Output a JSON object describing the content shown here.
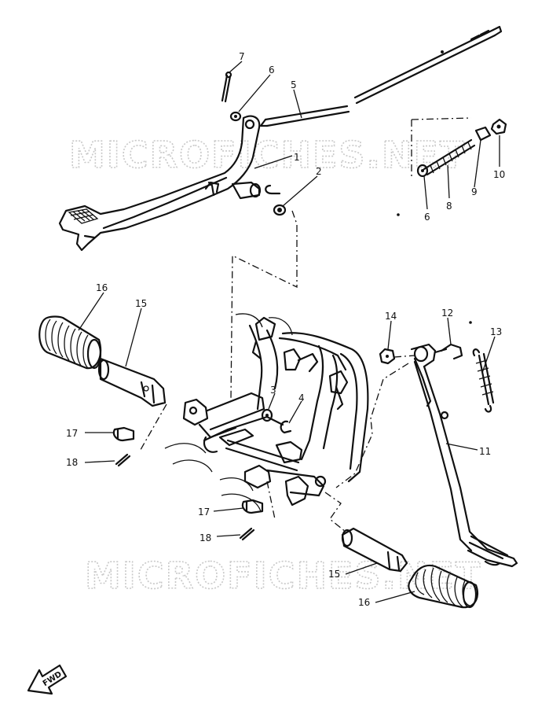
{
  "watermark": "MICROFICHES.NET",
  "fwd_label": "FWD",
  "callouts": {
    "c1": "1",
    "c2": "2",
    "c3": "3",
    "c4": "4",
    "c5": "5",
    "c6a": "6",
    "c6b": "6",
    "c7": "7",
    "c8": "8",
    "c9": "9",
    "c10": "10",
    "c11": "11",
    "c12": "12",
    "c13": "13",
    "c14": "14",
    "c15a": "15",
    "c15b": "15",
    "c16a": "16",
    "c16b": "16",
    "c17a": "17",
    "c17b": "17",
    "c18a": "18",
    "c18b": "18"
  }
}
